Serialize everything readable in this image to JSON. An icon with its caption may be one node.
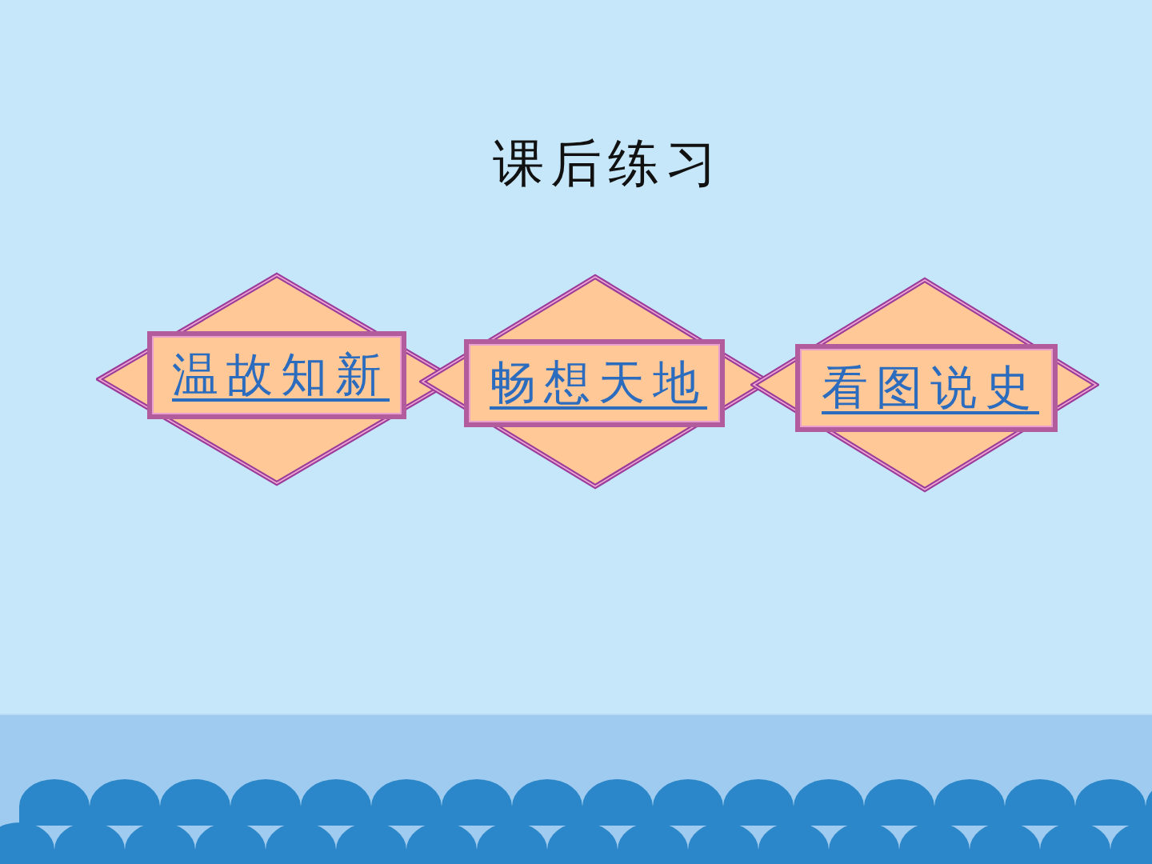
{
  "diagram": {
    "title": "课后练习",
    "nodes": [
      {
        "text": [
          "温故知新"
        ]
      },
      {
        "text": [
          "畅想天地"
        ]
      },
      {
        "text": [
          "看图说史"
        ]
      }
    ]
  }
}
